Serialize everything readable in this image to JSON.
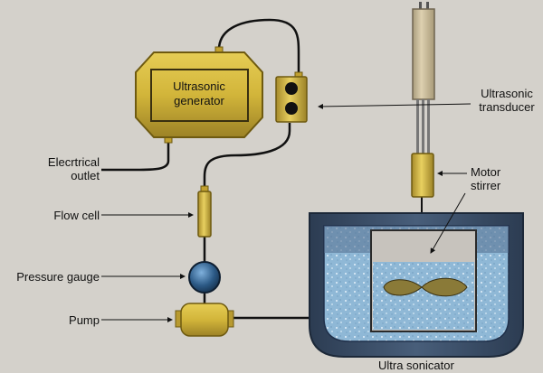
{
  "labels": {
    "ultrasonic_generator": "Ultrasonic generator",
    "ultrasonic_transducer": "Ultrasonic transducer",
    "electrical_outlet": "Elecrtrical outlet",
    "motor_stirrer": "Motor stirrer",
    "flow_cell": "Flow cell",
    "pressure_gauge": "Pressure gauge",
    "pump": "Pump",
    "ultra_sonicator": "Ultra sonicator"
  },
  "colors": {
    "background": "#d4d1cb",
    "brass": "#d2b53a",
    "brass_dark": "#8a7420",
    "tank_blue": "#3a4d66",
    "water": "#9fc3dd",
    "gauge_blue": "#2c5a86",
    "transducer_tan": "#c9bc9c",
    "propeller": "#8a7a38"
  }
}
